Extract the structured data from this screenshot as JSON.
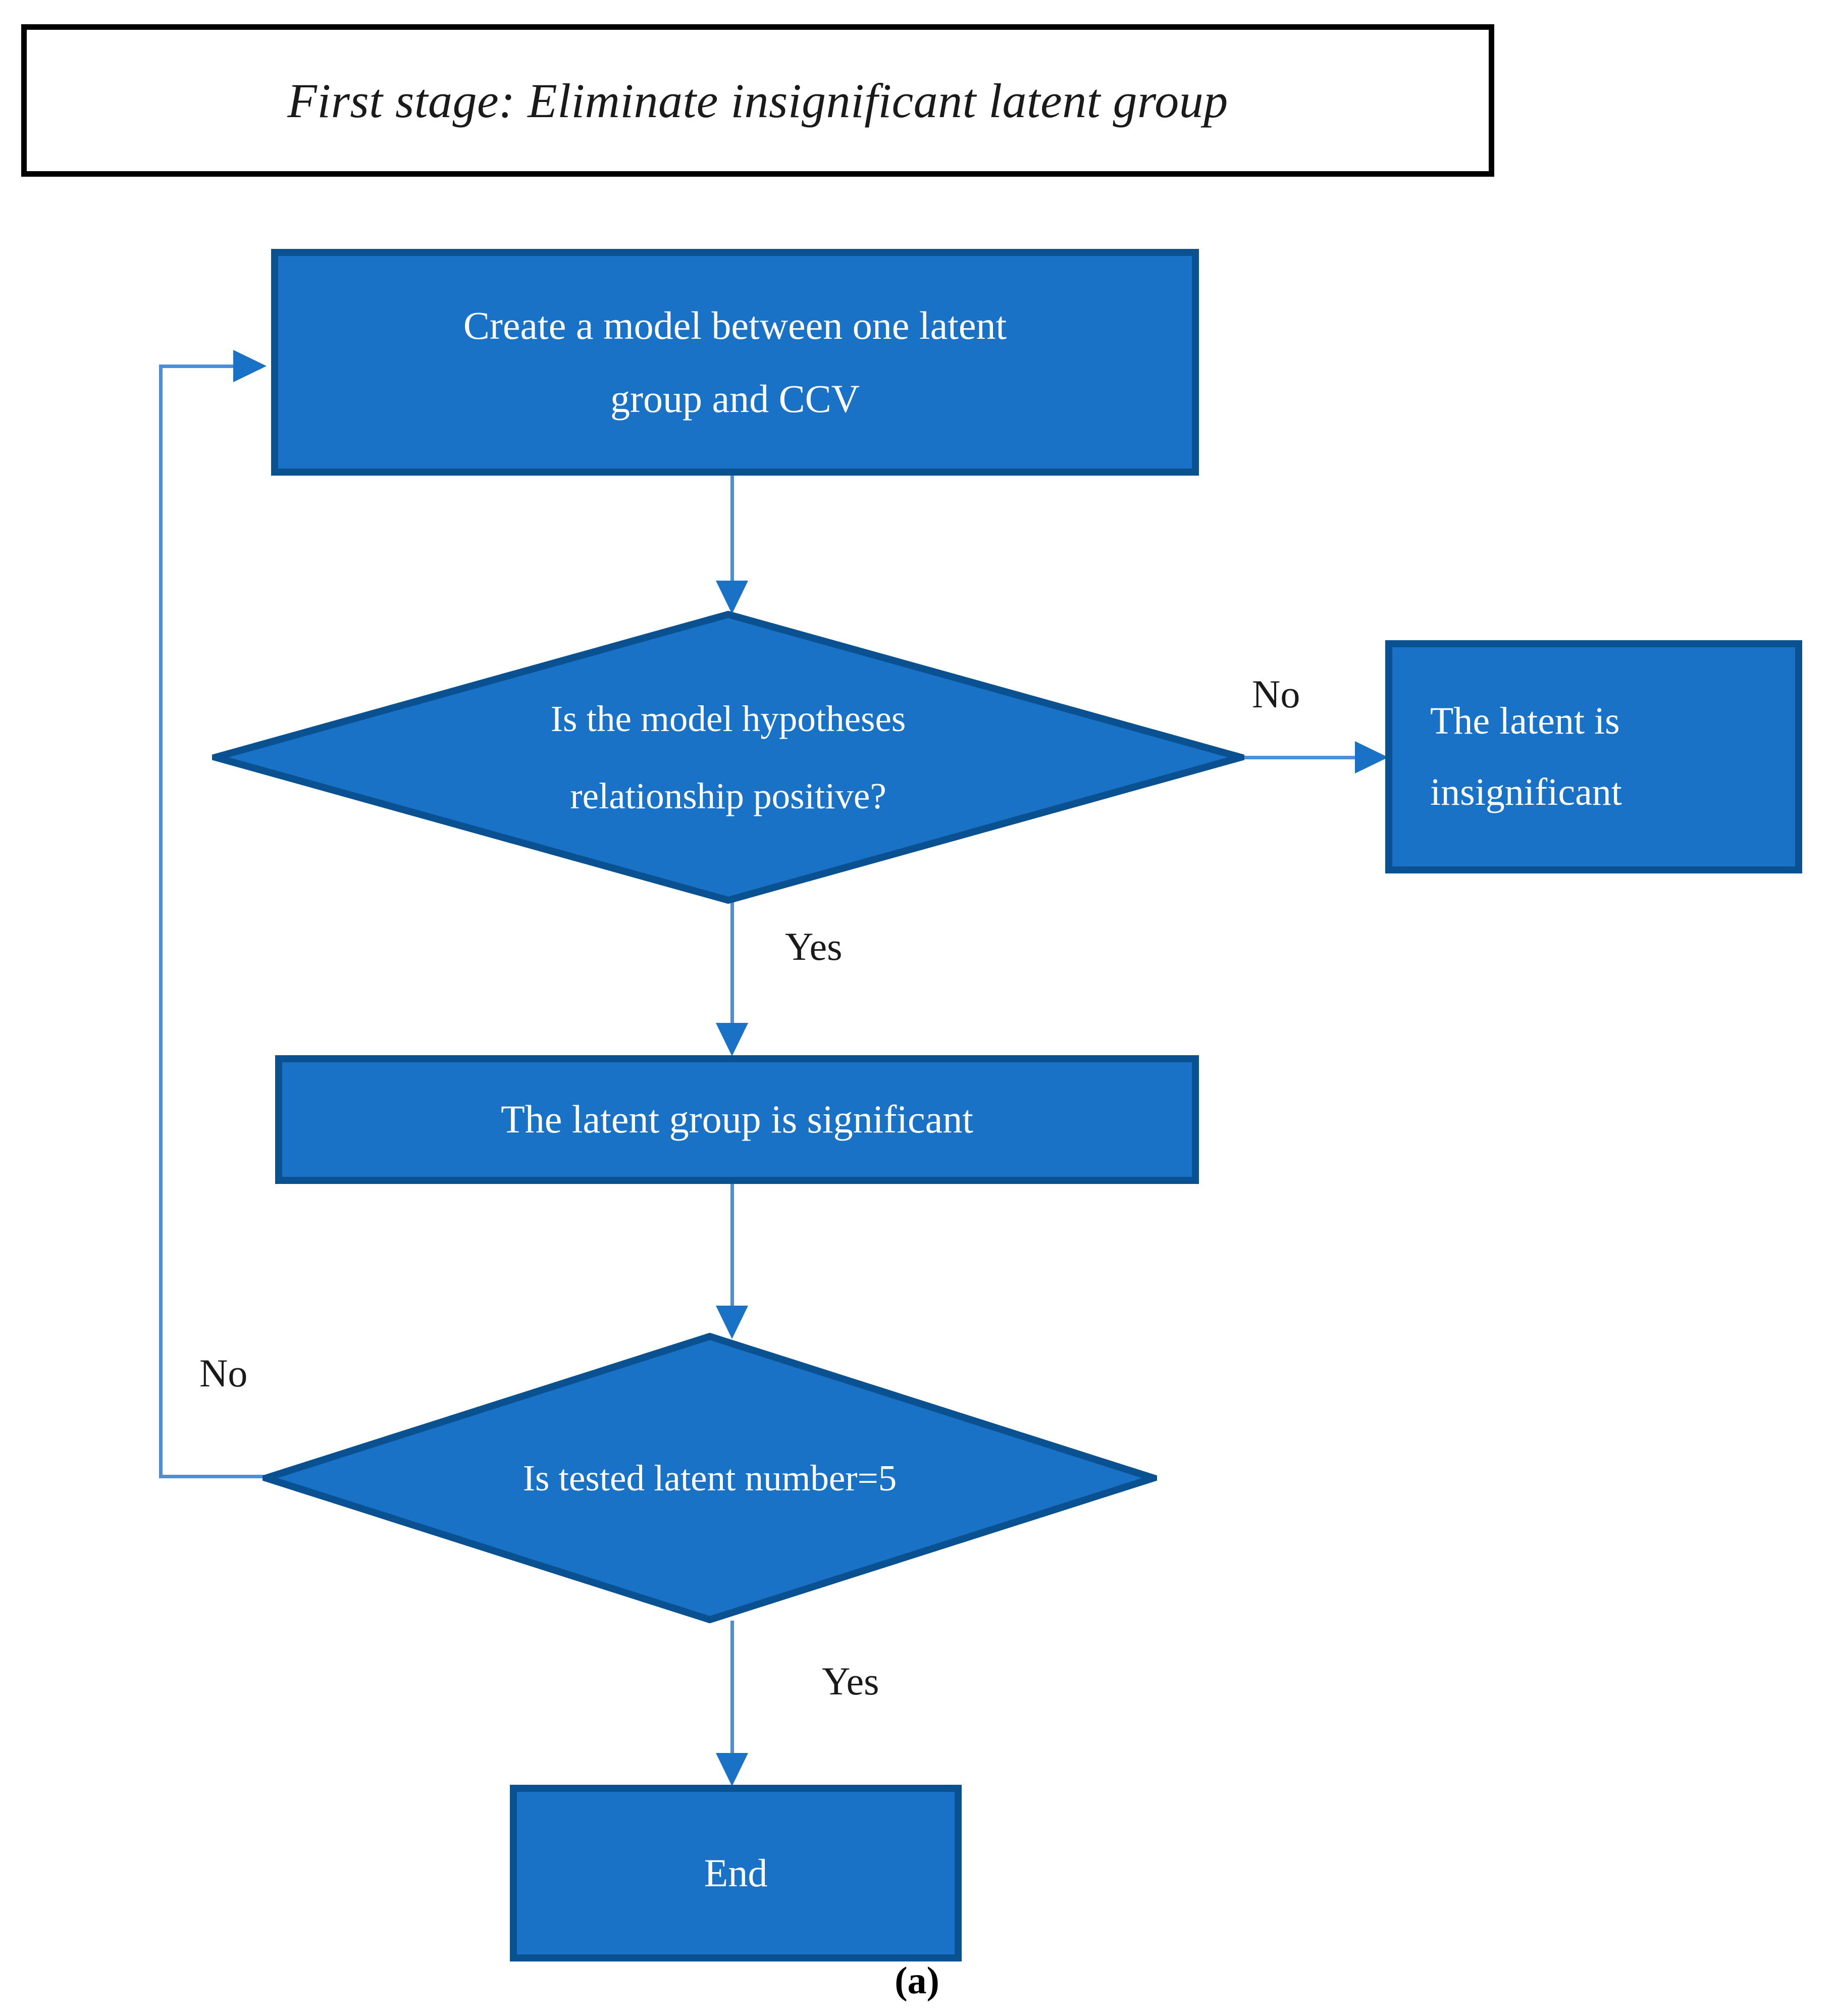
{
  "figure": {
    "title": "First stage: Eliminate insignificant latent group",
    "caption": "(a)",
    "colors": {
      "node_fill": "#1a72c6",
      "node_border": "#0a5191",
      "connector": "#4a90d9",
      "arrowhead": "#1a72c6",
      "node_text": "#ffffff",
      "label_text": "#1a1a1a",
      "banner_border": "#000000"
    }
  },
  "nodes": {
    "create_model": {
      "type": "process",
      "line1": "Create a model between one latent",
      "line2": "group and CCV"
    },
    "hypothesis_decision": {
      "type": "decision",
      "line1": "Is the model hypotheses",
      "line2": "relationship positive?"
    },
    "latent_insignificant": {
      "type": "process",
      "line1": "The latent is",
      "line2": "insignificant"
    },
    "latent_significant": {
      "type": "process",
      "line1": "The latent group is significant"
    },
    "count_decision": {
      "type": "decision",
      "line1": "Is tested latent number=5"
    },
    "end": {
      "type": "terminator",
      "line1": "End"
    }
  },
  "edge_labels": {
    "hypothesis_no": "No",
    "hypothesis_yes": "Yes",
    "count_no": "No",
    "count_yes": "Yes"
  }
}
